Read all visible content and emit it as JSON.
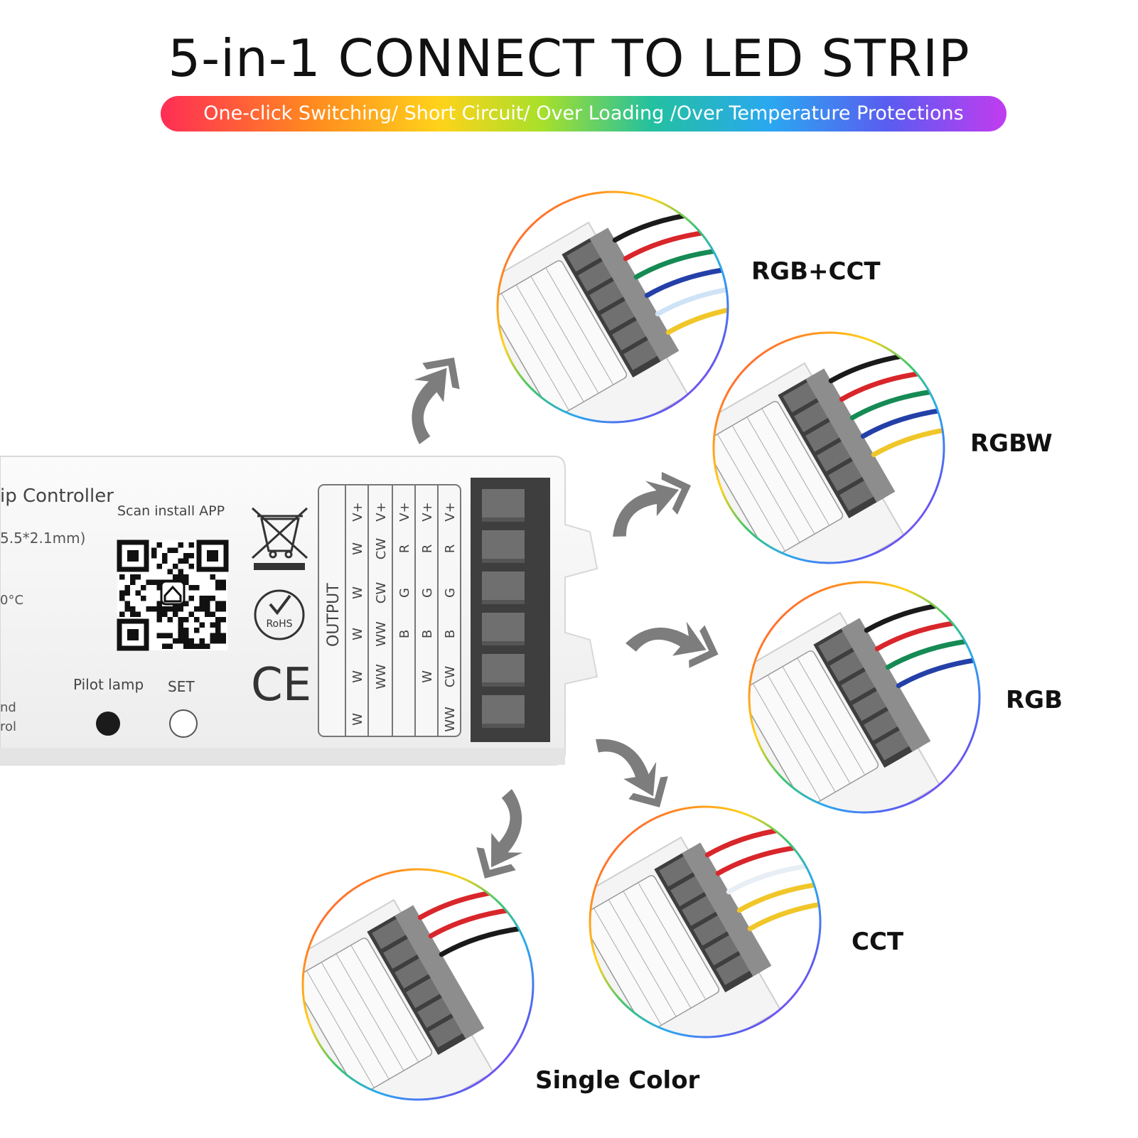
{
  "title": "5-in-1 CONNECT TO  LED STRIP",
  "banner": "One-click Switching/ Short Circuit/ Over Loading /Over Temperature Protections",
  "device": {
    "name_fragment": "ip Controller",
    "spec_fragment": "5.5*2.1mm)",
    "temp_fragment": "0°C",
    "scan_label": "Scan install APP",
    "pilot_label": "Pilot lamp",
    "set_label": "SET",
    "left_fragment_1": "nd",
    "left_fragment_2": "rol",
    "output_label": "OUTPUT",
    "rohs": "RoHS",
    "ce": "CE",
    "terminal_columns": [
      [
        "V+",
        "W",
        "W",
        "W",
        "W",
        "W"
      ],
      [
        "V+",
        "CW",
        "CW",
        "WW",
        "WW",
        ""
      ],
      [
        "V+",
        "R",
        "G",
        "B",
        "",
        ""
      ],
      [
        "V+",
        "R",
        "G",
        "B",
        "W",
        ""
      ],
      [
        "V+",
        "R",
        "G",
        "B",
        "CW",
        "WW"
      ]
    ]
  },
  "modes": [
    {
      "label": "RGB+CCT"
    },
    {
      "label": "RGBW"
    },
    {
      "label": "RGB"
    },
    {
      "label": "CCT"
    },
    {
      "label": "Single Color"
    }
  ],
  "colors": {
    "arrow": "#7d7d7d",
    "terminal": "#6f6f6f",
    "wire_red": "#d8262b",
    "wire_green": "#168a55",
    "wire_blue": "#2440a8",
    "wire_yellow": "#f0c629",
    "wire_black": "#1a1a1a"
  }
}
